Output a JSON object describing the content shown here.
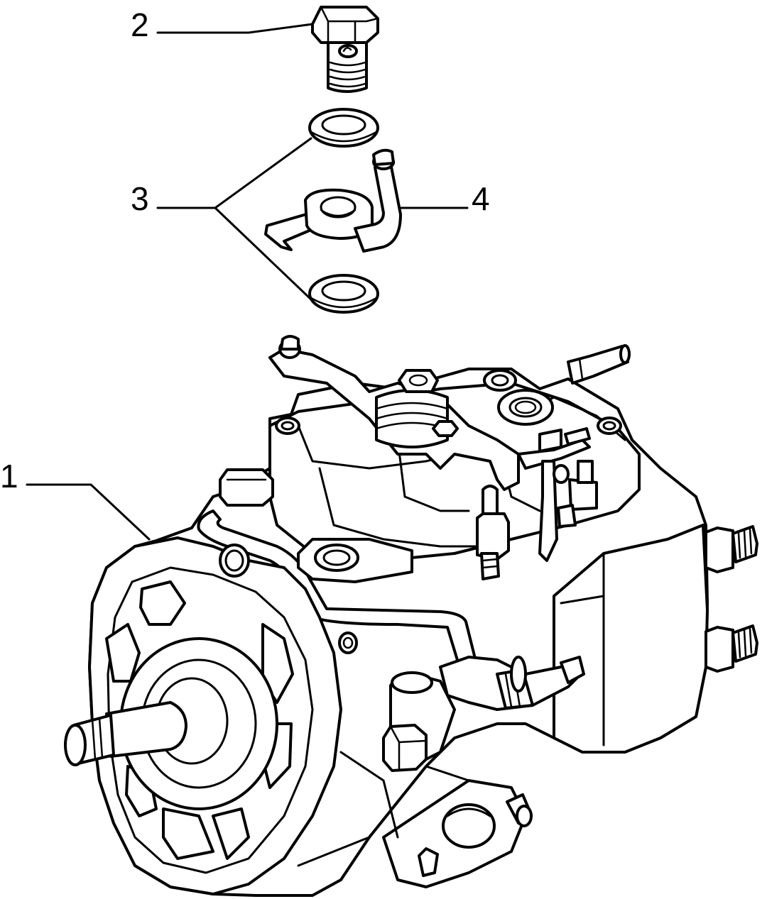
{
  "diagram": {
    "callouts": [
      {
        "id": "1",
        "label": "1"
      },
      {
        "id": "2",
        "label": "2"
      },
      {
        "id": "3",
        "label": "3"
      },
      {
        "id": "4",
        "label": "4"
      }
    ],
    "parts": {
      "pump": "fuel-injection-pump",
      "banjo_bolt": "banjo-bolt",
      "sealing_washer": "sealing-washer",
      "return_union": "banjo-return-union"
    }
  }
}
